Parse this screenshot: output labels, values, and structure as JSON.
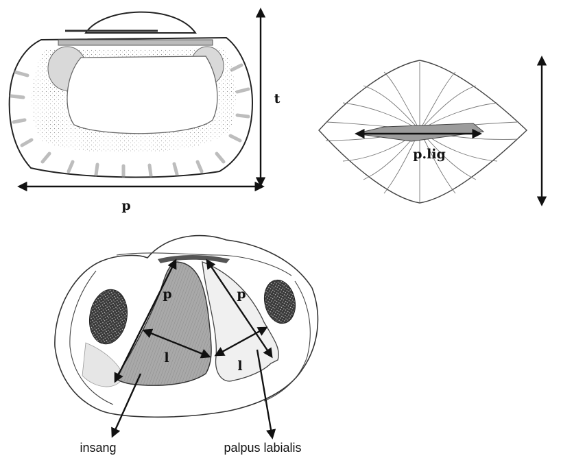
{
  "panel_shell_interior": {
    "length_label": "p",
    "height_label": "t"
  },
  "panel_shell_dorsal": {
    "ligament_label": "p.lig"
  },
  "panel_soft_anatomy": {
    "gill_length_label": "p",
    "gill_width_label": "l",
    "palp_length_label": "p",
    "palp_width_label": "l",
    "gill_label": "insang",
    "palp_label": "palpus labialis"
  }
}
